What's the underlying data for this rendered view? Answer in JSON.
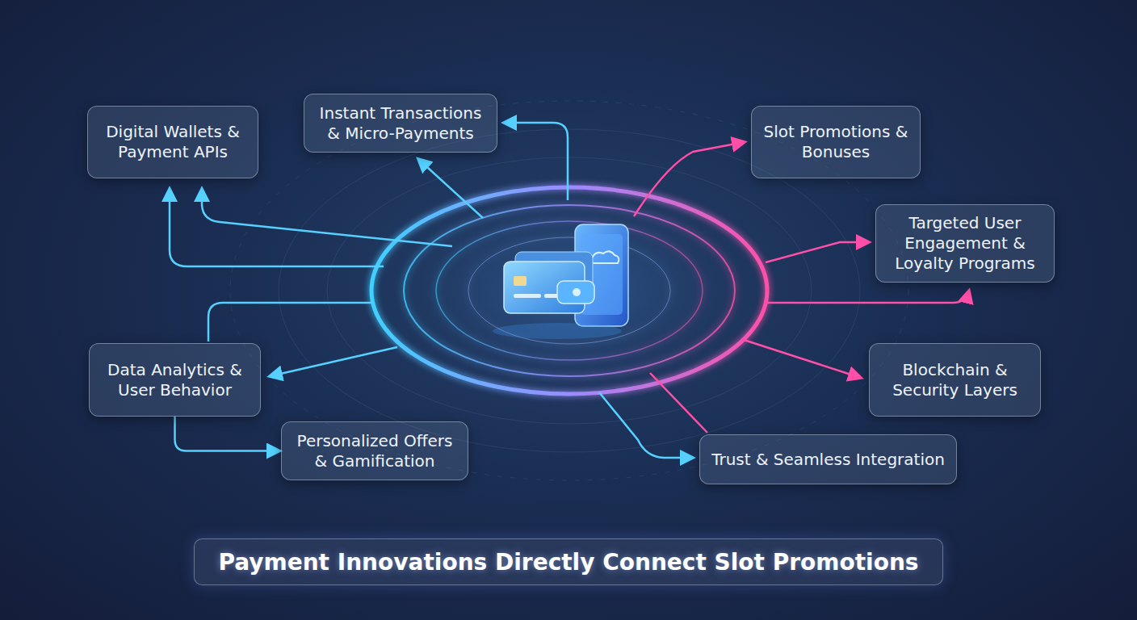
{
  "diagram": {
    "title": "Payment Innovations Directly Connect Slot Promotions",
    "nodes": [
      {
        "text": [
          "Digital Wallets & Payment APIs"
        ]
      },
      {
        "text": [
          "Instant Transactions & Micro-Payments"
        ]
      },
      {
        "text": [
          "Slot Promotions & Bonuses"
        ]
      },
      {
        "text": [
          "Targeted User Engagement & Loyalty Programs"
        ]
      },
      {
        "text": [
          "Data Analytics & User Behavior"
        ]
      },
      {
        "text": [
          "Blockchain & Security Layers"
        ]
      },
      {
        "text": [
          "Personalized Offers & Gamification"
        ]
      },
      {
        "text": [
          "Trust & Seamless Integration"
        ]
      }
    ],
    "edges": [
      {
        "from": 4,
        "to": 6,
        "arrow": "to"
      }
    ]
  }
}
